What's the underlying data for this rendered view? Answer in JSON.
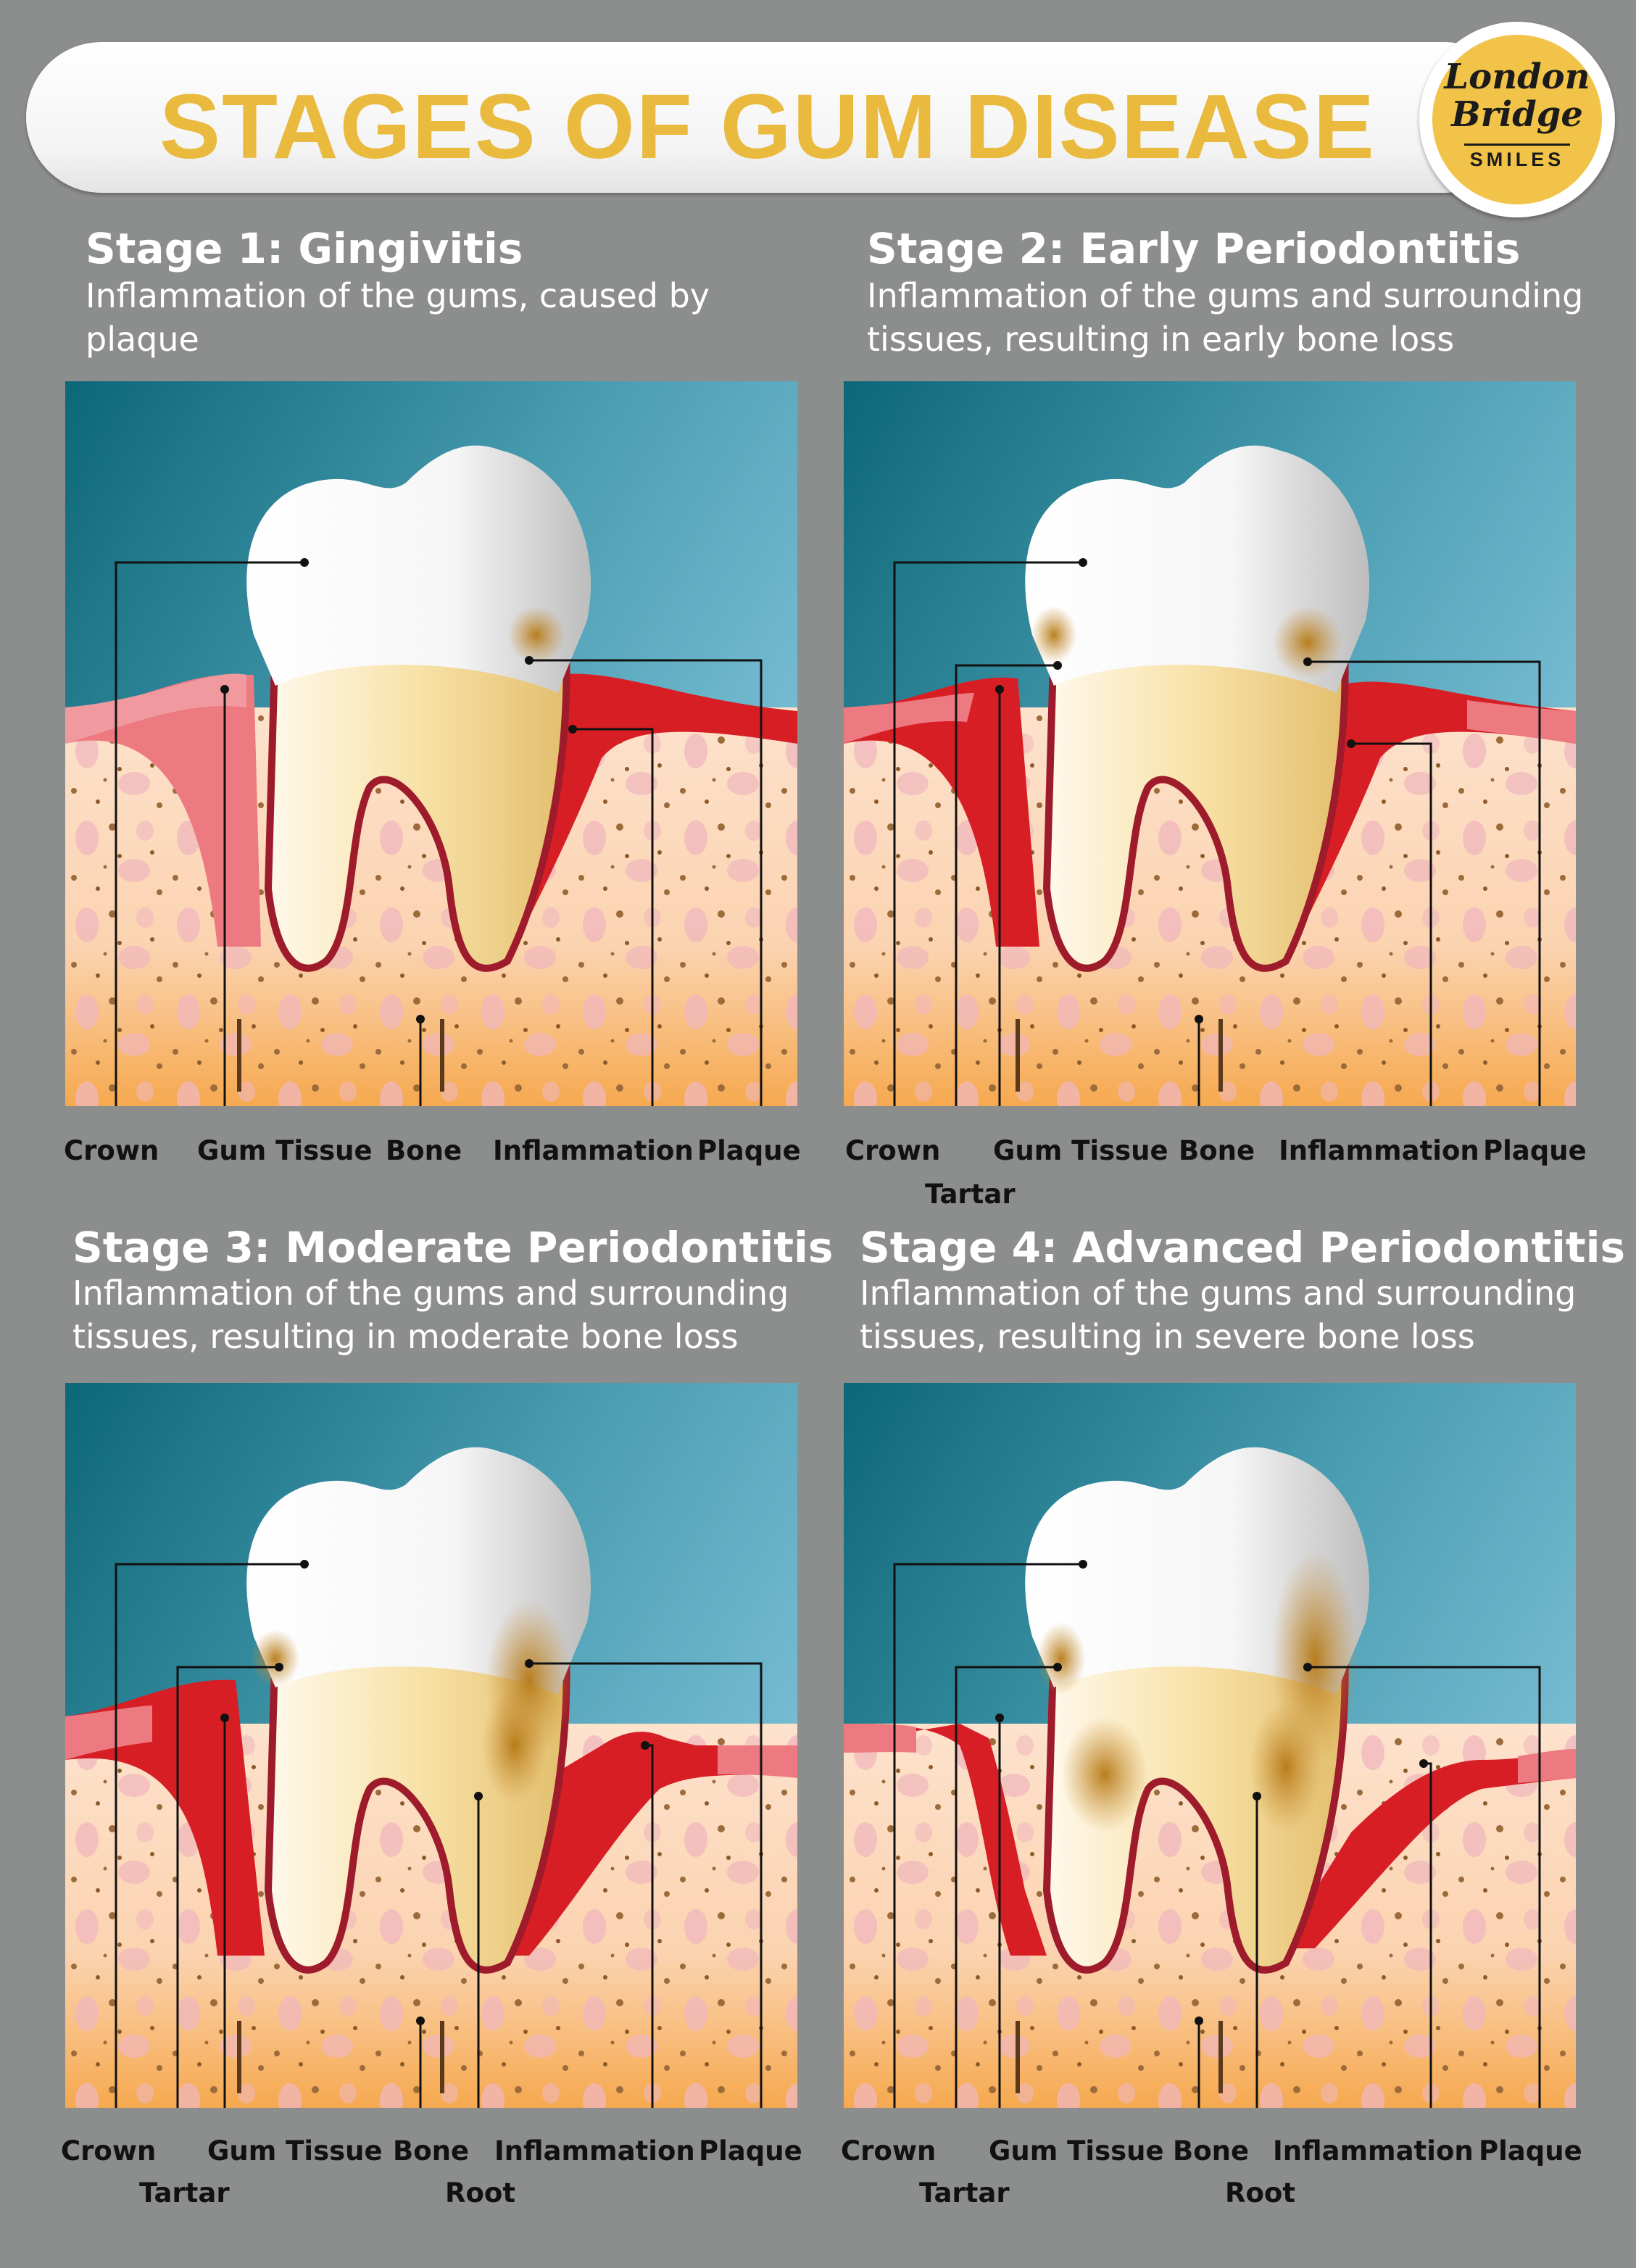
{
  "header": {
    "title": "STAGES OF GUM DISEASE"
  },
  "logo": {
    "line1": "London",
    "line2": "Bridge",
    "line3": "SMILES"
  },
  "stages": [
    {
      "title": "Stage 1: Gingivitis",
      "description": "Inflammation of the gums, caused by plaque",
      "labels": {
        "crown": "Crown",
        "gum_tissue": "Gum Tissue",
        "bone": "Bone",
        "inflammation": "Inflammation",
        "plaque": "Plaque"
      }
    },
    {
      "title": "Stage 2: Early Periodontitis",
      "description": "Inflammation of the gums and surrounding tissues, resulting in early bone loss",
      "labels": {
        "crown": "Crown",
        "tartar": "Tartar",
        "gum_tissue": "Gum Tissue",
        "bone": "Bone",
        "inflammation": "Inflammation",
        "plaque": "Plaque"
      }
    },
    {
      "title": "Stage 3: Moderate Periodontitis",
      "description": "Inflammation of the gums and surrounding tissues, resulting in moderate bone loss",
      "labels": {
        "crown": "Crown",
        "tartar": "Tartar",
        "gum_tissue": "Gum Tissue",
        "bone": "Bone",
        "root": "Root",
        "inflammation": "Inflammation",
        "plaque": "Plaque"
      }
    },
    {
      "title": "Stage 4: Advanced Periodontitis",
      "description": "Inflammation of the gums and surrounding tissues, resulting in severe bone loss",
      "labels": {
        "crown": "Crown",
        "tartar": "Tartar",
        "gum_tissue": "Gum Tissue",
        "bone": "Bone",
        "root": "Root",
        "inflammation": "Inflammation",
        "plaque": "Plaque"
      }
    }
  ],
  "colors": {
    "background": "#8c8d8d",
    "title": "#e9ba3e",
    "logo": "#f2c349",
    "gum": "#ec7a80",
    "inflamed_gum": "#d81e25",
    "bone": "#fbd7b6",
    "sky": "#3d8fa0"
  }
}
